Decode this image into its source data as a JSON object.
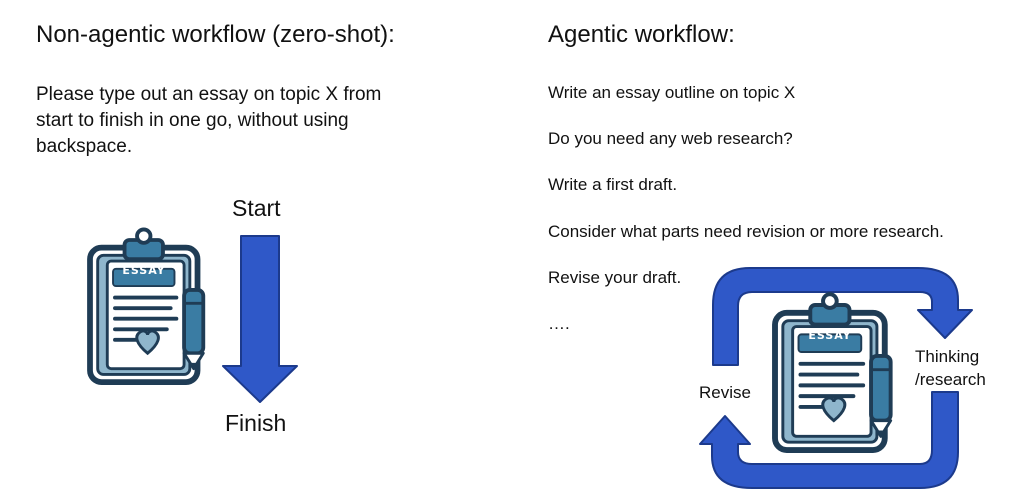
{
  "left": {
    "title": "Non-agentic workflow (zero-shot):",
    "prompt_lines": [
      "Please type out an essay on topic X from",
      "start to finish in one go, without using",
      "backspace."
    ],
    "start_label": "Start",
    "finish_label": "Finish",
    "clipboard_badge": "ESSAY"
  },
  "right": {
    "title": "Agentic workflow:",
    "steps": [
      "Write an essay outline on topic X",
      "Do you need any web research?",
      "Write a first draft.",
      "Consider what parts need revision or more research.",
      "Revise your draft.",
      "…."
    ],
    "revise_label": "Revise",
    "thinking_label_line1": "Thinking",
    "thinking_label_line2": "/research",
    "clipboard_badge": "ESSAY"
  },
  "colors": {
    "arrow_blue": "#2f58c8",
    "arrow_outline": "#1c3a8c",
    "clipboard_dark": "#1f3c55",
    "clipboard_teal": "#3a7ca3",
    "clipboard_light": "#8fb6cc"
  }
}
